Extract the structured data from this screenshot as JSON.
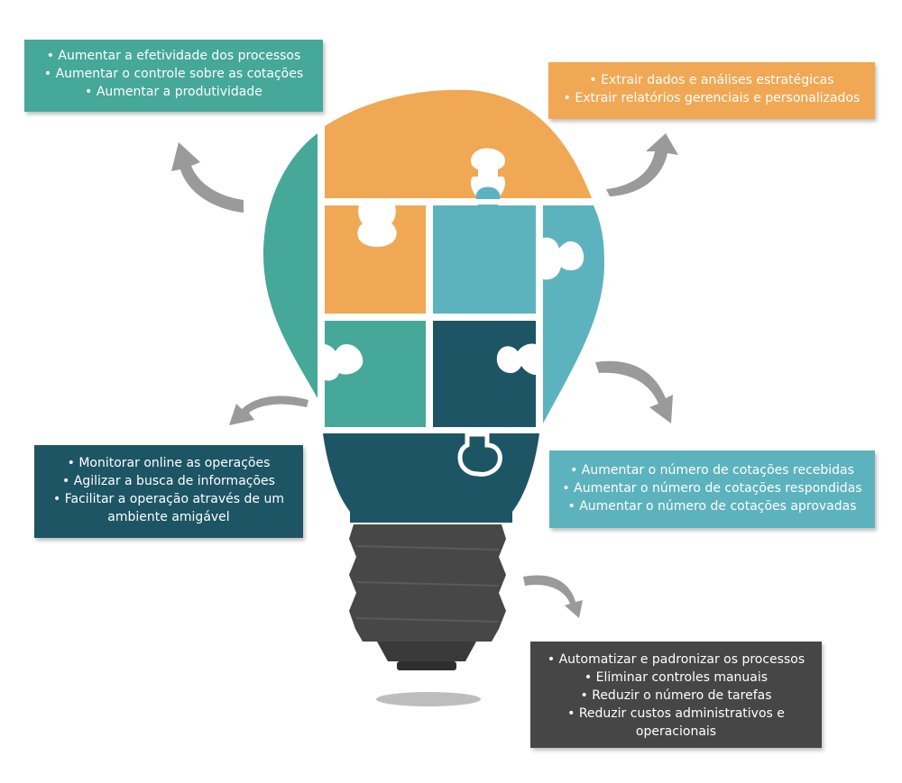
{
  "colors": {
    "teal": "#45a899",
    "orange": "#f0a854",
    "light_blue": "#5db3bd",
    "dark_teal": "#1d5565",
    "dark_gray": "#464646",
    "arrow_gray": "#9a9a9a"
  },
  "boxes": {
    "top_left": [
      "Aumentar a efetividade dos processos",
      "Aumentar o controle sobre as cotações",
      "Aumentar a produtividade"
    ],
    "top_right": [
      "Extrair dados e análises estratégicas",
      "Extrair relatórios gerenciais e personalizados"
    ],
    "middle_left": [
      "Monitorar online as operações",
      "Agilizar a busca de informações",
      "Facilitar a operação através de um",
      "ambiente amigável"
    ],
    "middle_right": [
      "Aumentar o número de cotações recebidas",
      "Aumentar o número de cotações respondidas",
      "Aumentar o número de cotações aprovadas"
    ],
    "bottom_right": [
      "Automatizar e padronizar os processos",
      "Eliminar controles manuais",
      "Reduzir  o número de  tarefas",
      "Reduzir custos administrativos e",
      "operacionais"
    ]
  }
}
